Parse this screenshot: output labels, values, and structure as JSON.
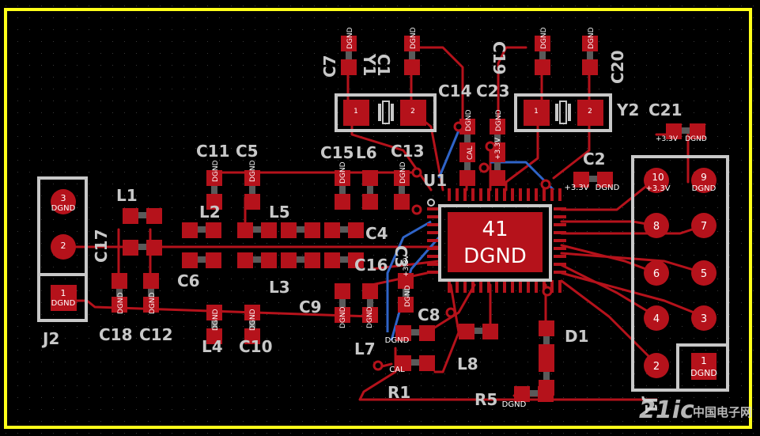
{
  "colors": {
    "background": "#000000",
    "board_outline": "#ffff1a",
    "copper_top": "#b5121b",
    "copper_bottom": "#2f64c8",
    "silkscreen": "#c8c8c8",
    "pad_text": "#ffffff"
  },
  "components": {
    "C1": "C1",
    "C2": "C2",
    "C3": "C3",
    "C4": "C4",
    "C5": "C5",
    "C6": "C6",
    "C7": "C7",
    "C8": "C8",
    "C9": "C9",
    "C10": "C10",
    "C11": "C11",
    "C12": "C12",
    "C13": "C13",
    "C14": "C14",
    "C15": "C15",
    "C16": "C16",
    "C17": "C17",
    "C18": "C18",
    "C19": "C19",
    "C20": "C20",
    "C21": "C21",
    "C23": "C23",
    "L1": "L1",
    "L2": "L2",
    "L3": "L3",
    "L4": "L4",
    "L5": "L5",
    "L6": "L6",
    "L7": "L7",
    "L8": "L8",
    "Y1": "Y1",
    "Y2": "Y2",
    "U1": "U1",
    "J1": "J1",
    "J2": "J2",
    "R1": "R1",
    "R5": "R5",
    "D1": "D1"
  },
  "nets": {
    "dgnd": "DGND",
    "v33": "+3.3V",
    "cal": "CAL",
    "u1_pad": "41",
    "u1_net": "DGND"
  },
  "pin_numbers": {
    "p1": "1",
    "p2": "2",
    "p3": "3",
    "p4": "4",
    "p5": "5",
    "p6": "6",
    "p7": "7",
    "p8": "8",
    "p9": "9",
    "p10": "10"
  },
  "j1_pins": [
    {
      "num": "10",
      "net": "+3.3V"
    },
    {
      "num": "9",
      "net": "DGND"
    },
    {
      "num": "8",
      "net": ""
    },
    {
      "num": "7",
      "net": ""
    },
    {
      "num": "6",
      "net": ""
    },
    {
      "num": "5",
      "net": ""
    },
    {
      "num": "4",
      "net": ""
    },
    {
      "num": "3",
      "net": ""
    },
    {
      "num": "2",
      "net": ""
    },
    {
      "num": "1",
      "net": "DGND"
    }
  ],
  "j2_pins": [
    {
      "num": "3",
      "net": "DGND"
    },
    {
      "num": "2",
      "net": ""
    },
    {
      "num": "1",
      "net": "DGND"
    }
  ],
  "watermark": {
    "brand": "21ic",
    "text": "中国电子网"
  }
}
